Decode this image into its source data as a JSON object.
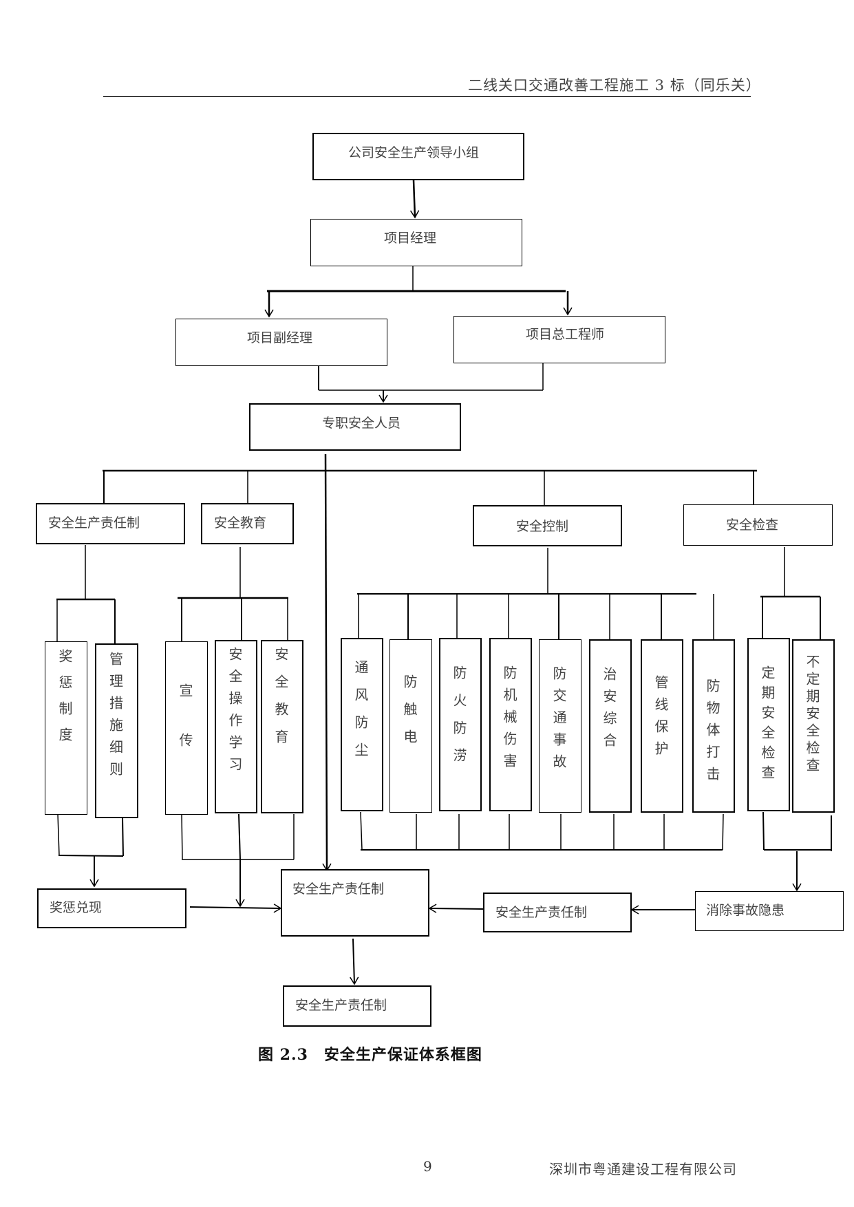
{
  "header": {
    "title": "二线关口交通改善工程施工 3 标（同乐关）"
  },
  "nodes": {
    "leadership_group": "公司安全生产领导小组",
    "project_manager": "项目经理",
    "deputy_manager": "项目副经理",
    "chief_engineer": "项目总工程师",
    "safety_staff": "专职安全人员",
    "responsibility_system": "安全生产责任制",
    "safety_education": "安全教育",
    "safety_control": "安全控制",
    "safety_inspection": "安全检查",
    "reward_punishment_system": "奖惩制度",
    "management_rules": "管理措施细则",
    "publicity": "宣传",
    "operation_study": "安全操作学习",
    "education": "安全教育",
    "ventilation_dust": "通风防尘",
    "electric_shock": "防触电",
    "fire_flood": "防火防涝",
    "mechanical_injury": "防机械伤害",
    "traffic_accident": "防交通事故",
    "public_security": "治安综合",
    "pipeline_protection": "管线保护",
    "object_strike": "防物体打击",
    "regular_inspection": "定期安全检查",
    "irregular_inspection": "不定期安全检查",
    "reward_fulfillment": "奖惩兑现",
    "center_result": "安全生产责任制",
    "right_result": "安全生产责任制",
    "hazard_elimination": "消除事故隐患",
    "final_result": "安全生产责任制"
  },
  "caption": "图 2.3　安全生产保证体系框图",
  "footer": {
    "page_number": "9",
    "company": "深圳市粤通建设工程有限公司"
  }
}
